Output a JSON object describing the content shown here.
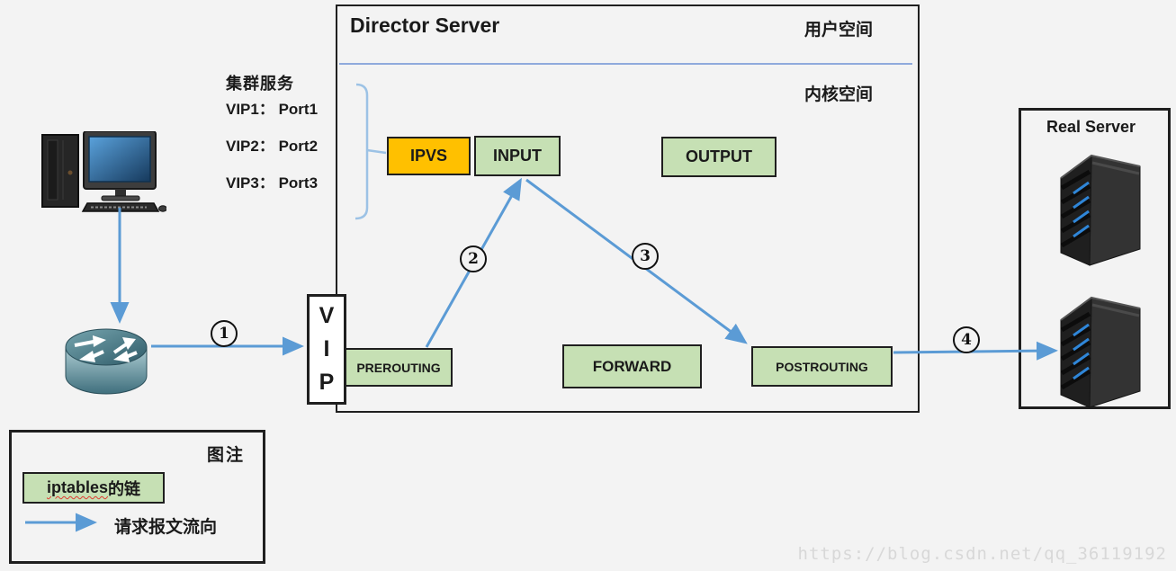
{
  "page": {
    "watermark": "https://blog.csdn.net/qq_36119192"
  },
  "director": {
    "title": "Director Server",
    "user_space_label": "用户空间",
    "kernel_space_label": "内核空间"
  },
  "cluster_service": {
    "title": "集群服务",
    "entries": [
      "VIP1： Port1",
      "VIP2： Port2",
      "VIP3： Port3"
    ]
  },
  "chains": {
    "ipvs": "IPVS",
    "input": "INPUT",
    "output": "OUTPUT",
    "prerouting": "PREROUTING",
    "forward": "FORWARD",
    "postrouting": "POSTROUTING"
  },
  "vip": {
    "letters": [
      "V",
      "I",
      "P"
    ]
  },
  "real_server": {
    "title": "Real Server"
  },
  "flow_steps": {
    "step1": "1",
    "step2": "2",
    "step3": "3",
    "step4": "4"
  },
  "legend": {
    "title": "图注",
    "chain_label_prefix": "iptables",
    "chain_label_suffix": "的链",
    "flow_label": "请求报文流向"
  },
  "colors": {
    "chain_green": "#c6e0b4",
    "ipvs_orange": "#ffc000",
    "arrow_blue": "#5b9bd5",
    "brace_blue": "#9cc2e5",
    "divider_blue": "#8faadc"
  }
}
